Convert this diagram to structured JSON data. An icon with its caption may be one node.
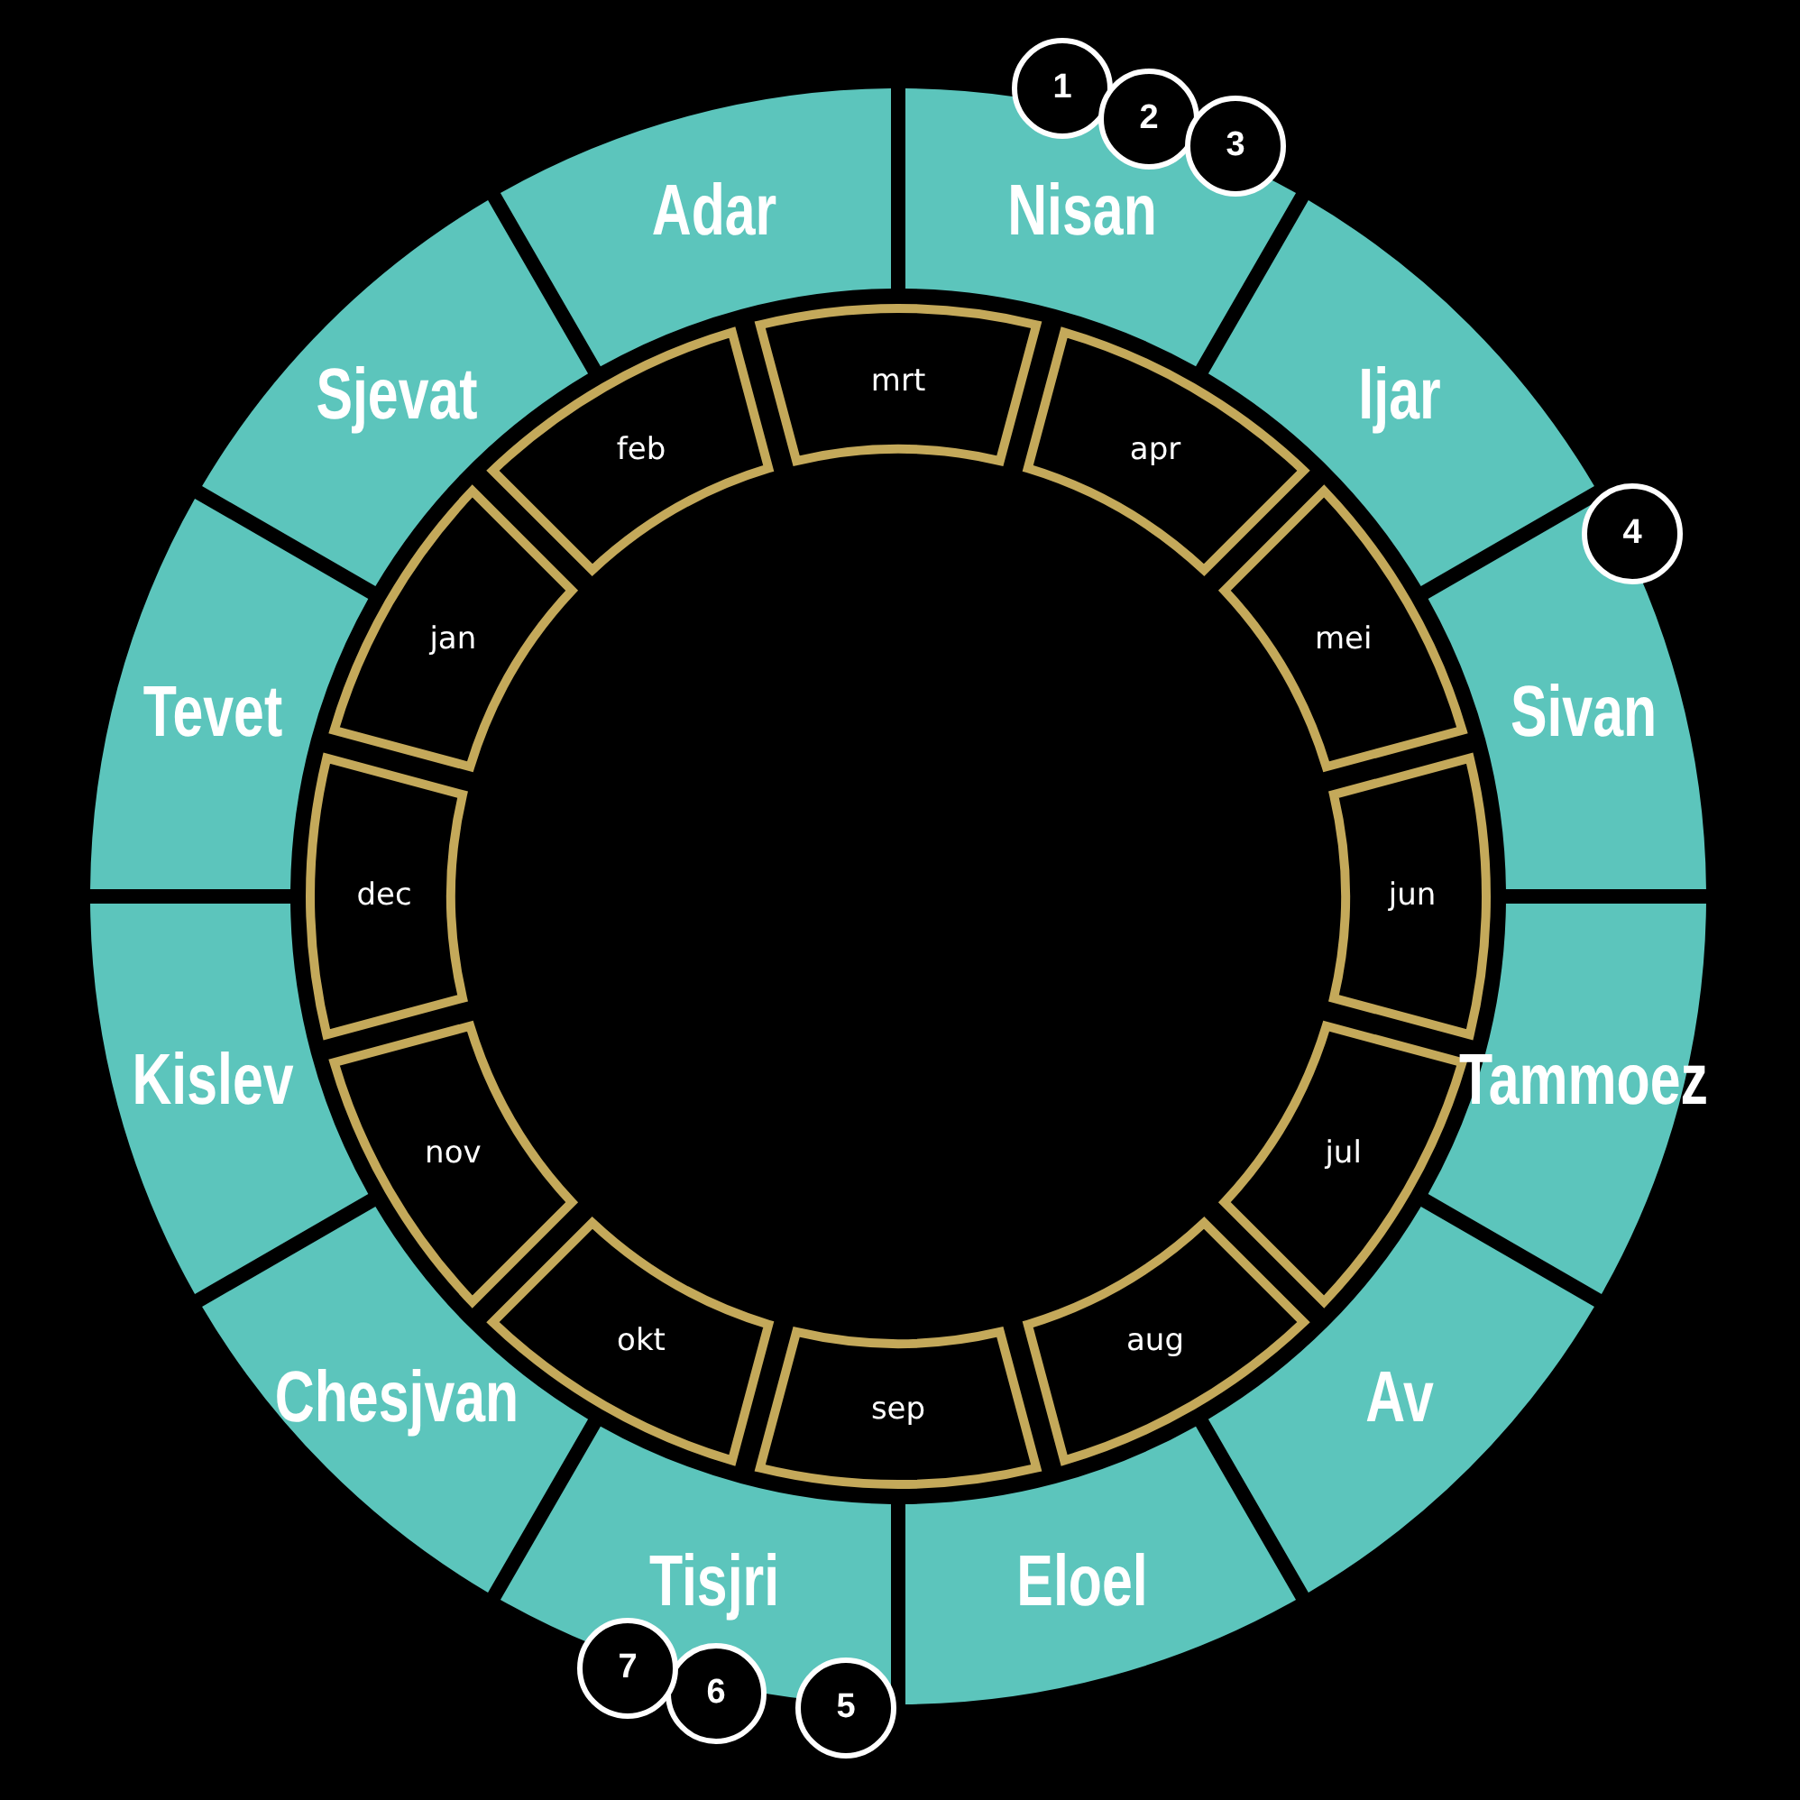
{
  "diagram": {
    "nodes": [
      {
        "text": [
          "Nisan"
        ]
      },
      {
        "text": [
          "Ijar"
        ]
      },
      {
        "text": [
          "Sivan"
        ]
      },
      {
        "text": [
          "Tammoez"
        ]
      },
      {
        "text": [
          "Av"
        ]
      },
      {
        "text": [
          "Eloel"
        ]
      },
      {
        "text": [
          "Tisjri"
        ]
      },
      {
        "text": [
          "Chesjvan"
        ]
      },
      {
        "text": [
          "Kislev"
        ]
      },
      {
        "text": [
          "Tevet"
        ]
      },
      {
        "text": [
          "Sjevat"
        ]
      },
      {
        "text": [
          "Adar"
        ]
      },
      {
        "text": [
          "mrt"
        ]
      },
      {
        "text": [
          "apr"
        ]
      },
      {
        "text": [
          "mei"
        ]
      },
      {
        "text": [
          "jun"
        ]
      },
      {
        "text": [
          "jul"
        ]
      },
      {
        "text": [
          "aug"
        ]
      },
      {
        "text": [
          "sep"
        ]
      },
      {
        "text": [
          "okt"
        ]
      },
      {
        "text": [
          "nov"
        ]
      },
      {
        "text": [
          "dec"
        ]
      },
      {
        "text": [
          "jan"
        ]
      },
      {
        "text": [
          "feb"
        ]
      },
      {
        "text": [
          "1"
        ]
      },
      {
        "text": [
          "2"
        ]
      },
      {
        "text": [
          "3"
        ]
      },
      {
        "text": [
          "4"
        ]
      },
      {
        "text": [
          "5"
        ]
      },
      {
        "text": [
          "6"
        ]
      },
      {
        "text": [
          "7"
        ]
      }
    ],
    "edges": []
  }
}
